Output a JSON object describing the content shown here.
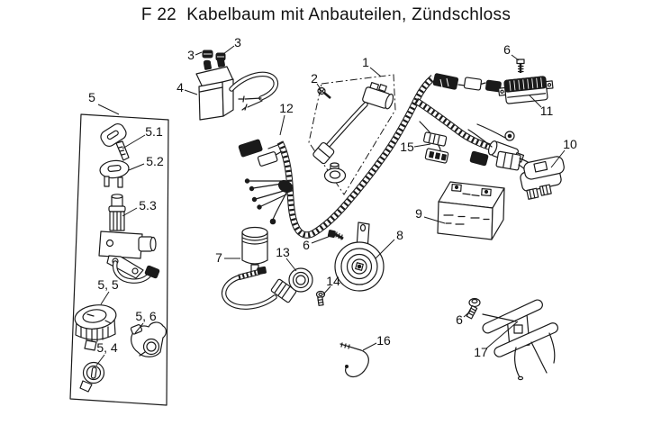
{
  "diagram": {
    "title": "F 22  Kabelbaum mit Anbauteilen, Zündschloss",
    "type": "exploded-parts-diagram",
    "line_color": "#1a1a1a",
    "background": "#ffffff",
    "labels": {
      "p1": "1",
      "p2": "2",
      "p3a": "3",
      "p3b": "3",
      "p4": "4",
      "p5": "5",
      "p5_1": "5.1",
      "p5_2": "5.2",
      "p5_3": "5.3",
      "p5_5": "5, 5",
      "p5_6": "5, 6",
      "p5_4": "5, 4",
      "p6a": "6",
      "p6b": "6",
      "p6c": "6",
      "p7": "7",
      "p8": "8",
      "p9": "9",
      "p10": "10",
      "p11": "11",
      "p12": "12",
      "p13": "13",
      "p14": "14",
      "p15": "15",
      "p16": "16",
      "p17": "17"
    }
  }
}
